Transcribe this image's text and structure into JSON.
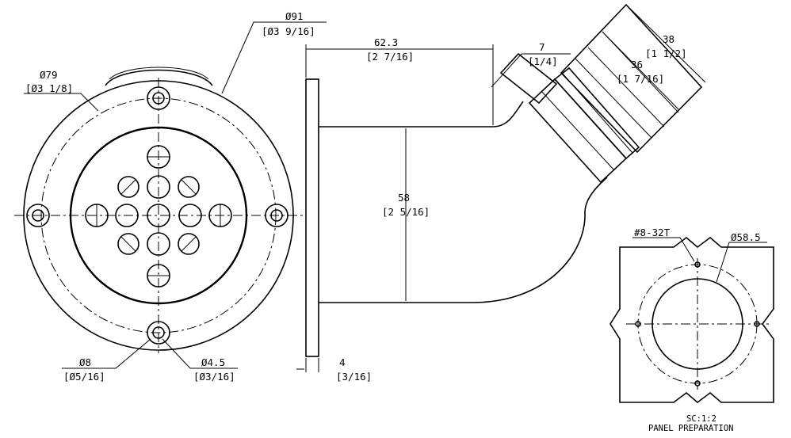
{
  "labels": {
    "d91": "Ø91",
    "d91_in": "[Ø3 9/16]",
    "d79": "Ø79",
    "d79_in": "[Ø3 1/8]",
    "d8": "Ø8",
    "d8_in": "[Ø5/16]",
    "d45": "Ø4.5",
    "d45_in": "[Ø3/16]",
    "len623": "62.3",
    "len623_in": "[2 7/16]",
    "h58": "58",
    "h58_in": "[2 5/16]",
    "t4": "4",
    "t4_in": "[3/16]",
    "w7": "7",
    "w7_in": "[1/4]",
    "d38": "38",
    "d38_in": "[1 1/2]",
    "d36": "36",
    "d36_in": "[1 7/16]",
    "screw": "#8-32T",
    "d585": "Ø58.5",
    "scale": "SC:1:2",
    "panel": "PANEL PREPARATION"
  }
}
